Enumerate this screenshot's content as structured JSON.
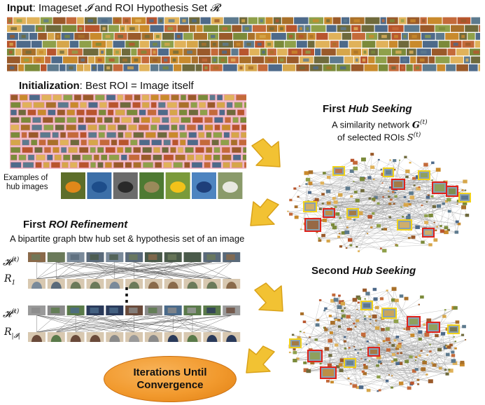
{
  "input": {
    "bold": "Input",
    "rest": ": Imageset",
    "sym_i": "𝓘",
    "mid": " and ROI Hypothesis Set",
    "sym_r": "𝓡"
  },
  "init": {
    "bold": "Initialization",
    "rest": ": Best ROI = Image itself"
  },
  "hub_examples": {
    "line1": "Examples of",
    "line2": "hub images"
  },
  "hub1": {
    "title_a": "First ",
    "title_b": "Hub Seeking",
    "line1": "A similarity network ",
    "line1_sym": "G",
    "line2": "of selected ROIs ",
    "line2_sym": "S",
    "sup": "(t)"
  },
  "roi": {
    "title_a": "First ",
    "title_b": "ROI Refinement",
    "desc": "A bipartite graph btw hub set & hypothesis set of an image"
  },
  "rows": {
    "h_label": "𝓗",
    "h_sup": "(t)",
    "r1_label": "R",
    "r1_sub": "1",
    "r2_label": "R",
    "r2_sub": "|𝓘|",
    "ellipsis": "⋮"
  },
  "hub2": {
    "title_a": "Second ",
    "title_b": "Hub Seeking"
  },
  "final": {
    "line1": "Iterations Until",
    "line2": "Convergence"
  },
  "colors": {
    "arrow": "#f2c233",
    "arrow_edge": "#d9a21a",
    "oval": "#f29a2e",
    "hub_box_red": "#e0231b",
    "hub_box_yellow": "#f1d21c"
  }
}
